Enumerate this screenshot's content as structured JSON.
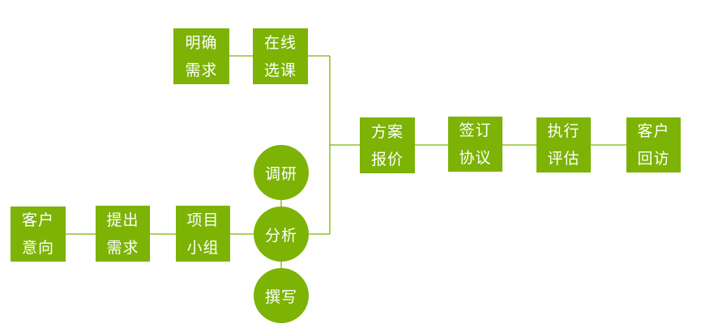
{
  "colors": {
    "node_fill": "#7cb305",
    "connector": "#7cb305",
    "text": "#ffffff",
    "background": "#ffffff"
  },
  "nodes": {
    "mingque_xuqiu": {
      "line1": "明确",
      "line2": "需求"
    },
    "zaixian_xuanke": {
      "line1": "在线",
      "line2": "选课"
    },
    "kehu_yixiang": {
      "line1": "客户",
      "line2": "意向"
    },
    "tichu_xuqiu": {
      "line1": "提出",
      "line2": "需求"
    },
    "xiangmu_xiaozu": {
      "line1": "项目",
      "line2": "小组"
    },
    "fangan_baojia": {
      "line1": "方案",
      "line2": "报价"
    },
    "qianding_xieyi": {
      "line1": "签订",
      "line2": "协议"
    },
    "zhixing_pinggu": {
      "line1": "执行",
      "line2": "评估"
    },
    "kehu_huifang": {
      "line1": "客户",
      "line2": "回访"
    }
  },
  "circles": {
    "diaoyan": "调研",
    "fenxi": "分析",
    "zhuanxie": "撰写"
  }
}
